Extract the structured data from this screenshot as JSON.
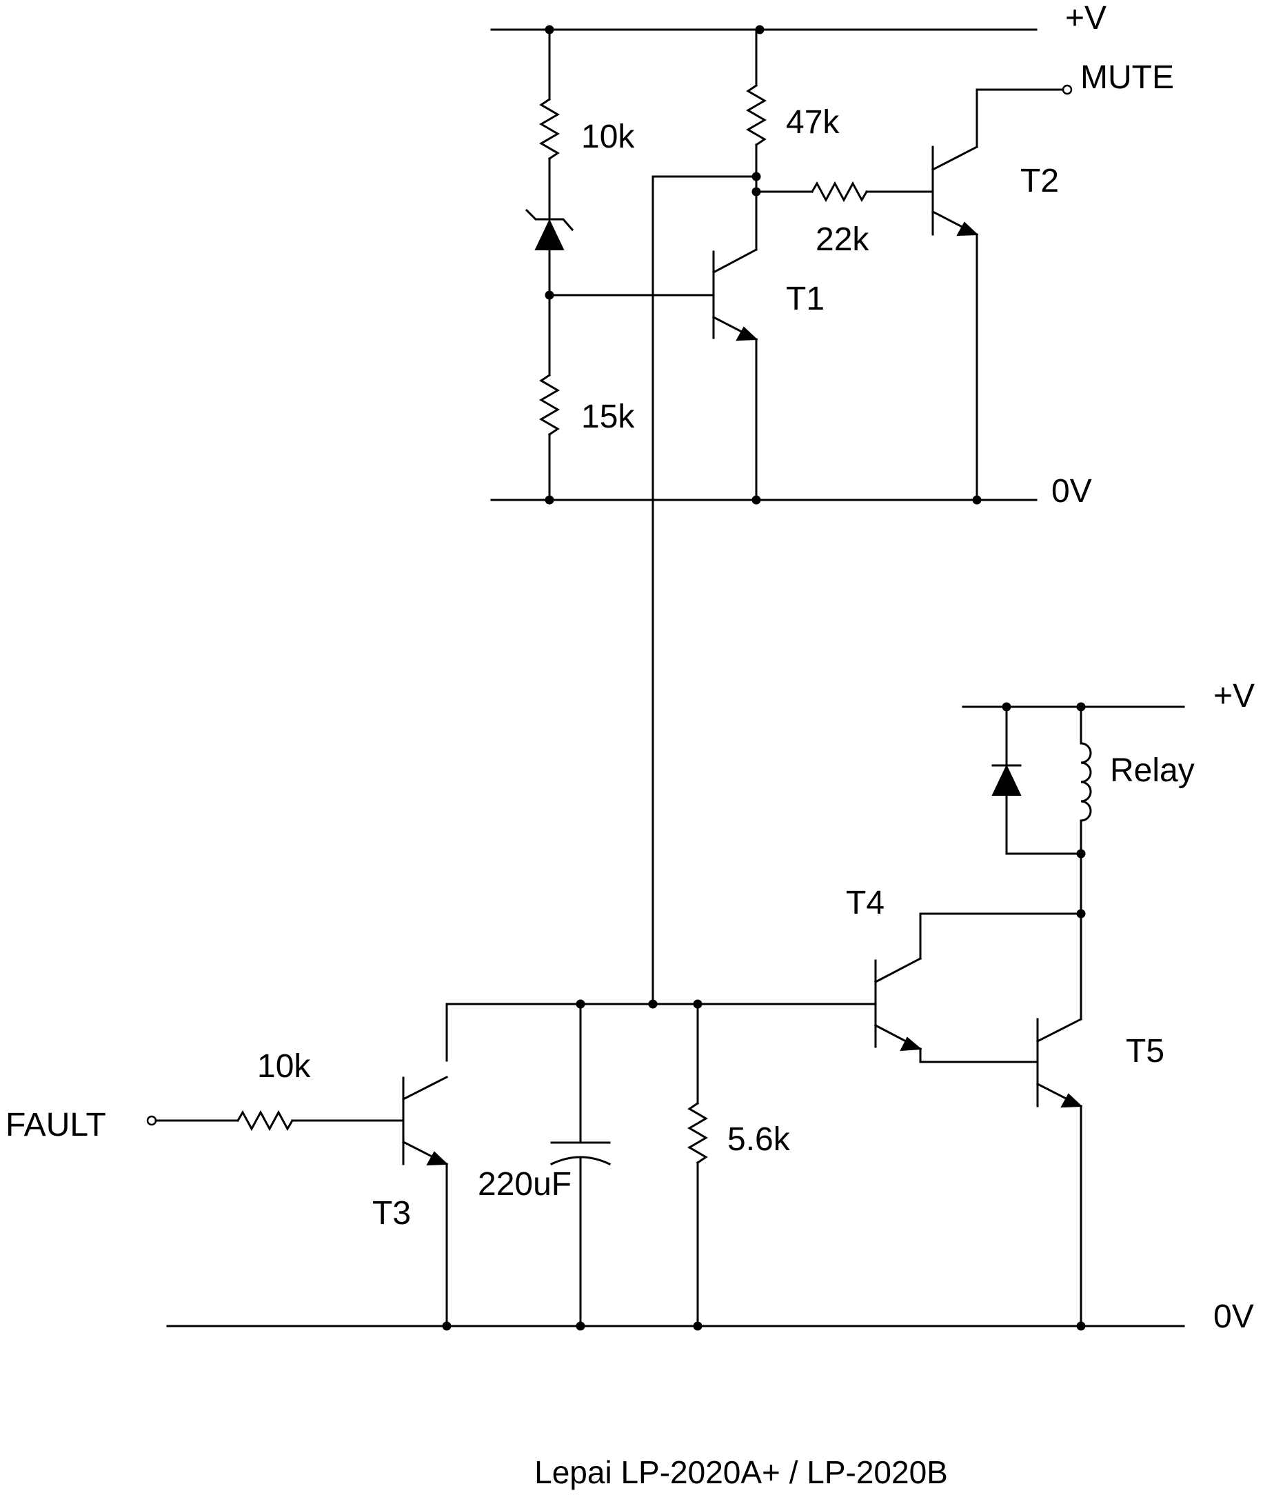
{
  "labels": {
    "rail_top_upper": "+V",
    "rail_top_lower": "0V",
    "rail_bottom_upper": "+V",
    "rail_bottom_lower": "0V",
    "mute": "MUTE",
    "fault": "FAULT",
    "r_top_10k": "10k",
    "r_47k": "47k",
    "r_22k": "22k",
    "r_15k": "15k",
    "r_fault_10k": "10k",
    "r_5_6k": "5.6k",
    "c_220uf": "220uF",
    "relay": "Relay",
    "t1": "T1",
    "t2": "T2",
    "t3": "T3",
    "t4": "T4",
    "t5": "T5"
  },
  "caption": "Lepai LP-2020A+ / LP-2020B"
}
